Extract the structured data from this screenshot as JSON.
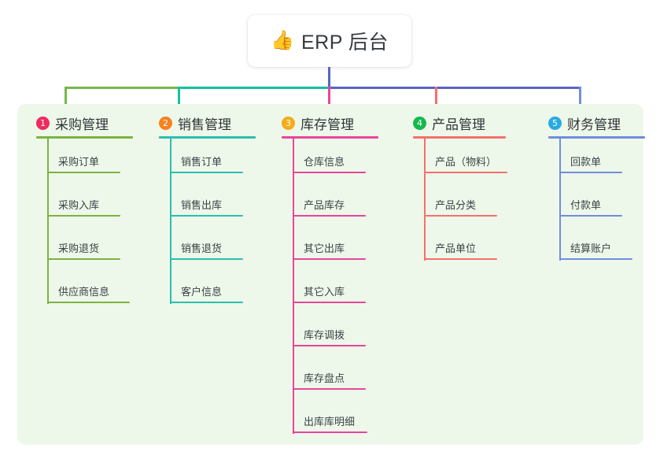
{
  "title": {
    "icon": "thumbs-up-icon",
    "icon_glyph": "👍",
    "text": "ERP 后台"
  },
  "colors": {
    "panel_background": "#eef8ea",
    "page_background": "#ffffff",
    "trunk": "#5b63c4",
    "bus_left": "#76b94a",
    "bus_mid": "#13c0a2",
    "bus_right": "#5b63c4"
  },
  "columns": [
    {
      "number": "1",
      "title": "采购管理",
      "badge_color": "#ef2b5f",
      "line_color": "#7cb342",
      "items": [
        "采购订单",
        "采购入库",
        "采购退货",
        "供应商信息"
      ]
    },
    {
      "number": "2",
      "title": "销售管理",
      "badge_color": "#f5821f",
      "line_color": "#2bbfae",
      "items": [
        "销售订单",
        "销售出库",
        "销售退货",
        "客户信息"
      ]
    },
    {
      "number": "3",
      "title": "库存管理",
      "badge_color": "#f5ab1c",
      "line_color": "#e8459b",
      "items": [
        "仓库信息",
        "产品库存",
        "其它出库",
        "其它入库",
        "库存调拨",
        "库存盘点",
        "出库库明细"
      ]
    },
    {
      "number": "4",
      "title": "产品管理",
      "badge_color": "#16b84e",
      "line_color": "#f4716e",
      "items": [
        "产品（物料）",
        "产品分类",
        "产品单位"
      ]
    },
    {
      "number": "5",
      "title": "财务管理",
      "badge_color": "#29abe2",
      "line_color": "#6f8ede",
      "items": [
        "回款单",
        "付款单",
        "结算账户"
      ]
    }
  ]
}
